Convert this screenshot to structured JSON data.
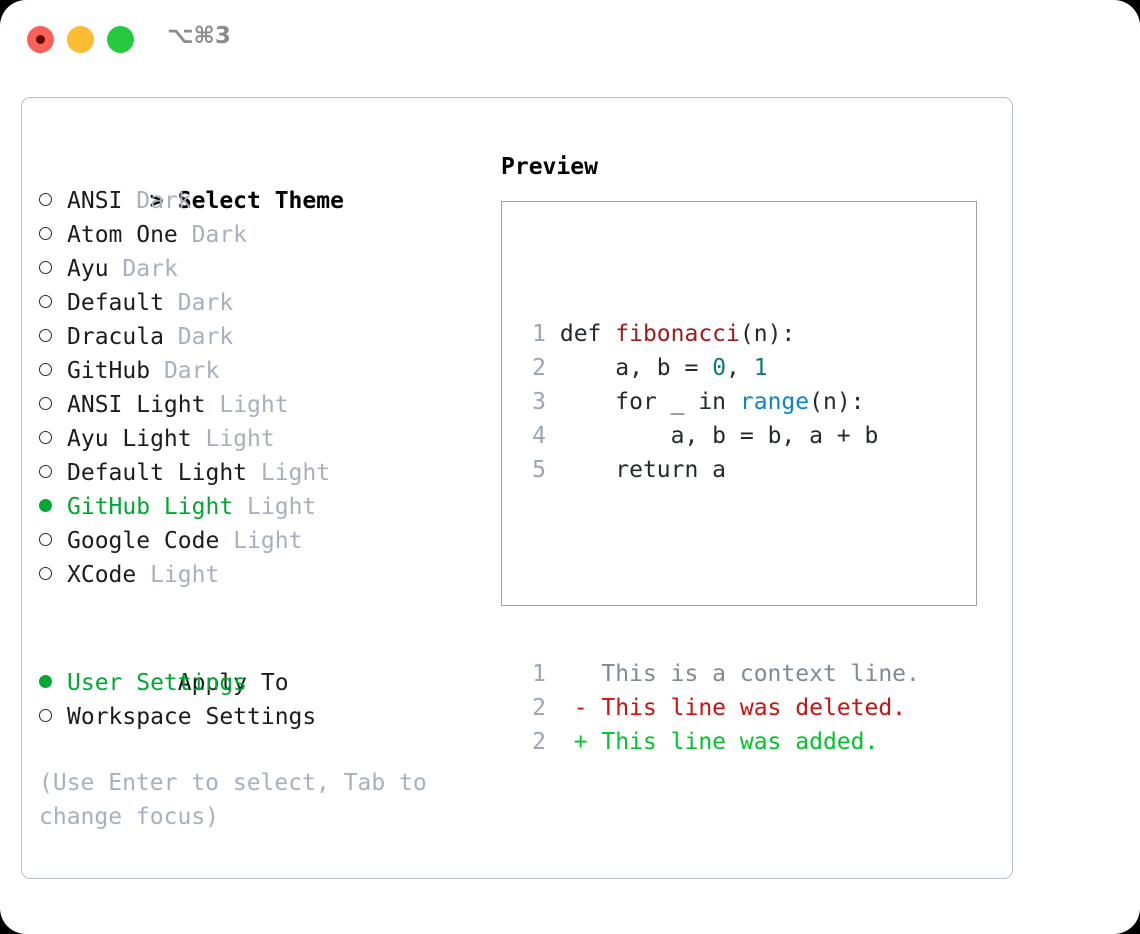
{
  "titlebar": {
    "shortcut": "⌥⌘3",
    "lights": [
      {
        "name": "close",
        "color": "#fc6058"
      },
      {
        "name": "minimize",
        "color": "#fdbc32"
      },
      {
        "name": "maximize",
        "color": "#25ca3f"
      }
    ]
  },
  "theme_panel": {
    "header_marker": ">",
    "header": "Select Theme",
    "items": [
      {
        "name": "ANSI",
        "variant": "Dark",
        "selected": false
      },
      {
        "name": "Atom One",
        "variant": "Dark",
        "selected": false
      },
      {
        "name": "Ayu",
        "variant": "Dark",
        "selected": false
      },
      {
        "name": "Default",
        "variant": "Dark",
        "selected": false
      },
      {
        "name": "Dracula",
        "variant": "Dark",
        "selected": false
      },
      {
        "name": "GitHub",
        "variant": "Dark",
        "selected": false
      },
      {
        "name": "ANSI Light",
        "variant": "Light",
        "selected": false
      },
      {
        "name": "Ayu Light",
        "variant": "Light",
        "selected": false
      },
      {
        "name": "Default Light",
        "variant": "Light",
        "selected": false
      },
      {
        "name": "GitHub Light",
        "variant": "Light",
        "selected": true
      },
      {
        "name": "Google Code",
        "variant": "Light",
        "selected": false
      },
      {
        "name": "XCode",
        "variant": "Light",
        "selected": false
      }
    ]
  },
  "apply_to": {
    "label": "Apply To",
    "options": [
      {
        "name": "User Settings",
        "selected": true
      },
      {
        "name": "Workspace Settings",
        "selected": false
      }
    ]
  },
  "hint": "(Use Enter to select, Tab to change focus)",
  "preview": {
    "title": "Preview",
    "code_lines": [
      {
        "no": "1",
        "segments": [
          {
            "text": "def ",
            "type": "plain"
          },
          {
            "text": "fibonacci",
            "type": "fn"
          },
          {
            "text": "(n):",
            "type": "plain"
          }
        ]
      },
      {
        "no": "2",
        "segments": [
          {
            "text": "    a, b = ",
            "type": "plain"
          },
          {
            "text": "0",
            "type": "num"
          },
          {
            "text": ", ",
            "type": "plain"
          },
          {
            "text": "1",
            "type": "num"
          }
        ]
      },
      {
        "no": "3",
        "segments": [
          {
            "text": "    for _ in ",
            "type": "plain"
          },
          {
            "text": "range",
            "type": "call"
          },
          {
            "text": "(n):",
            "type": "plain"
          }
        ]
      },
      {
        "no": "4",
        "segments": [
          {
            "text": "        a, b = b, a + b",
            "type": "plain"
          }
        ]
      },
      {
        "no": "5",
        "segments": [
          {
            "text": "    return a",
            "type": "plain"
          }
        ]
      }
    ],
    "diff_lines": [
      {
        "no": "1",
        "sign": " ",
        "text": "This is a context line.",
        "type": "context"
      },
      {
        "no": "2",
        "sign": "-",
        "text": "This line was deleted.",
        "type": "deleted"
      },
      {
        "no": "2",
        "sign": "+",
        "text": "This line was added.",
        "type": "added"
      }
    ]
  },
  "colors": {
    "accent_green": "#00a833",
    "muted": "#a8b0bd",
    "fn_red": "#a01c1c",
    "num_teal": "#0b7d77",
    "call_blue": "#0a86c8",
    "diff_del": "#cc1111",
    "diff_add": "#00c42b",
    "border": "#9aa5b4"
  }
}
